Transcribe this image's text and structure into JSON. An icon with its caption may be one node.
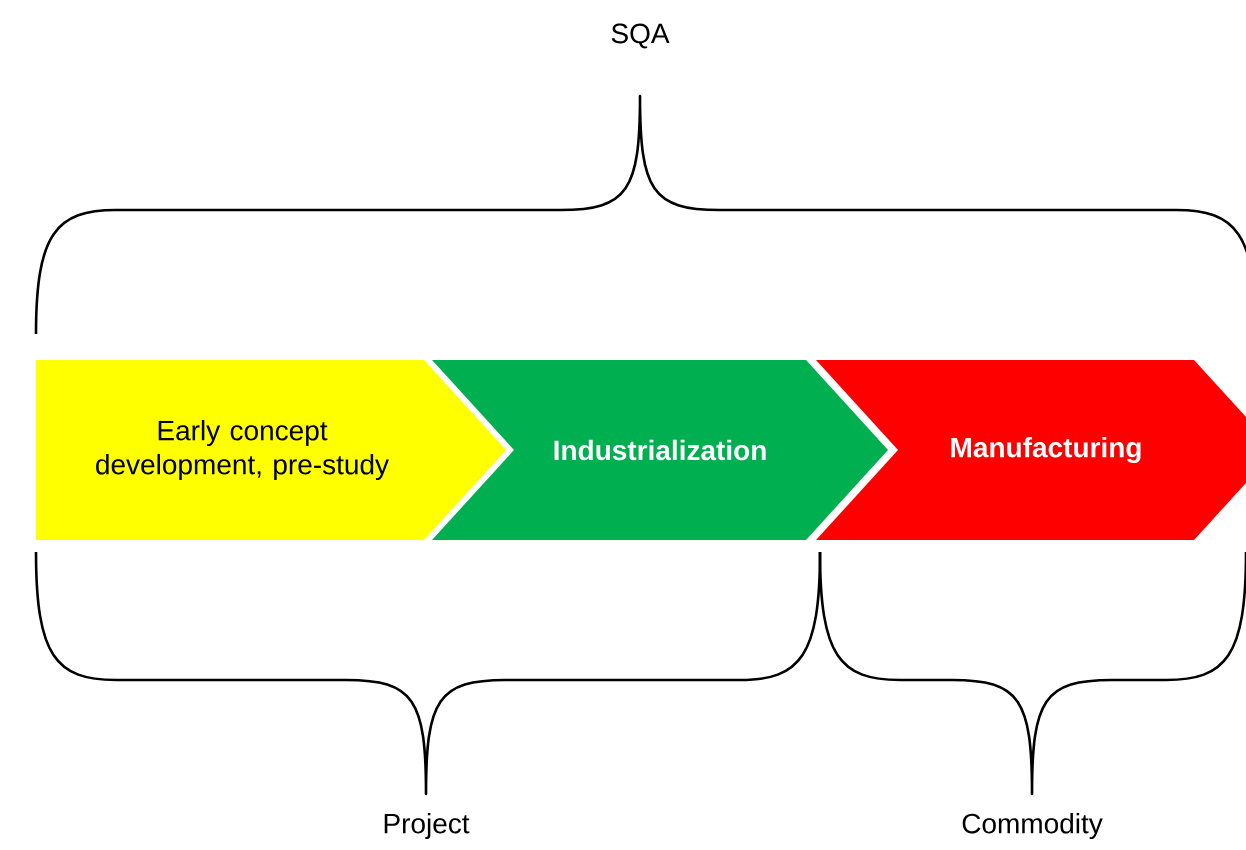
{
  "diagram": {
    "nodes": [
      {
        "text": [
          "Early concept development, pre-study"
        ]
      },
      {
        "text": [
          "Industrialization"
        ]
      },
      {
        "text": [
          "Manufacturing"
        ]
      }
    ],
    "labels": [
      "SQA",
      "Project",
      "Commodity"
    ]
  }
}
